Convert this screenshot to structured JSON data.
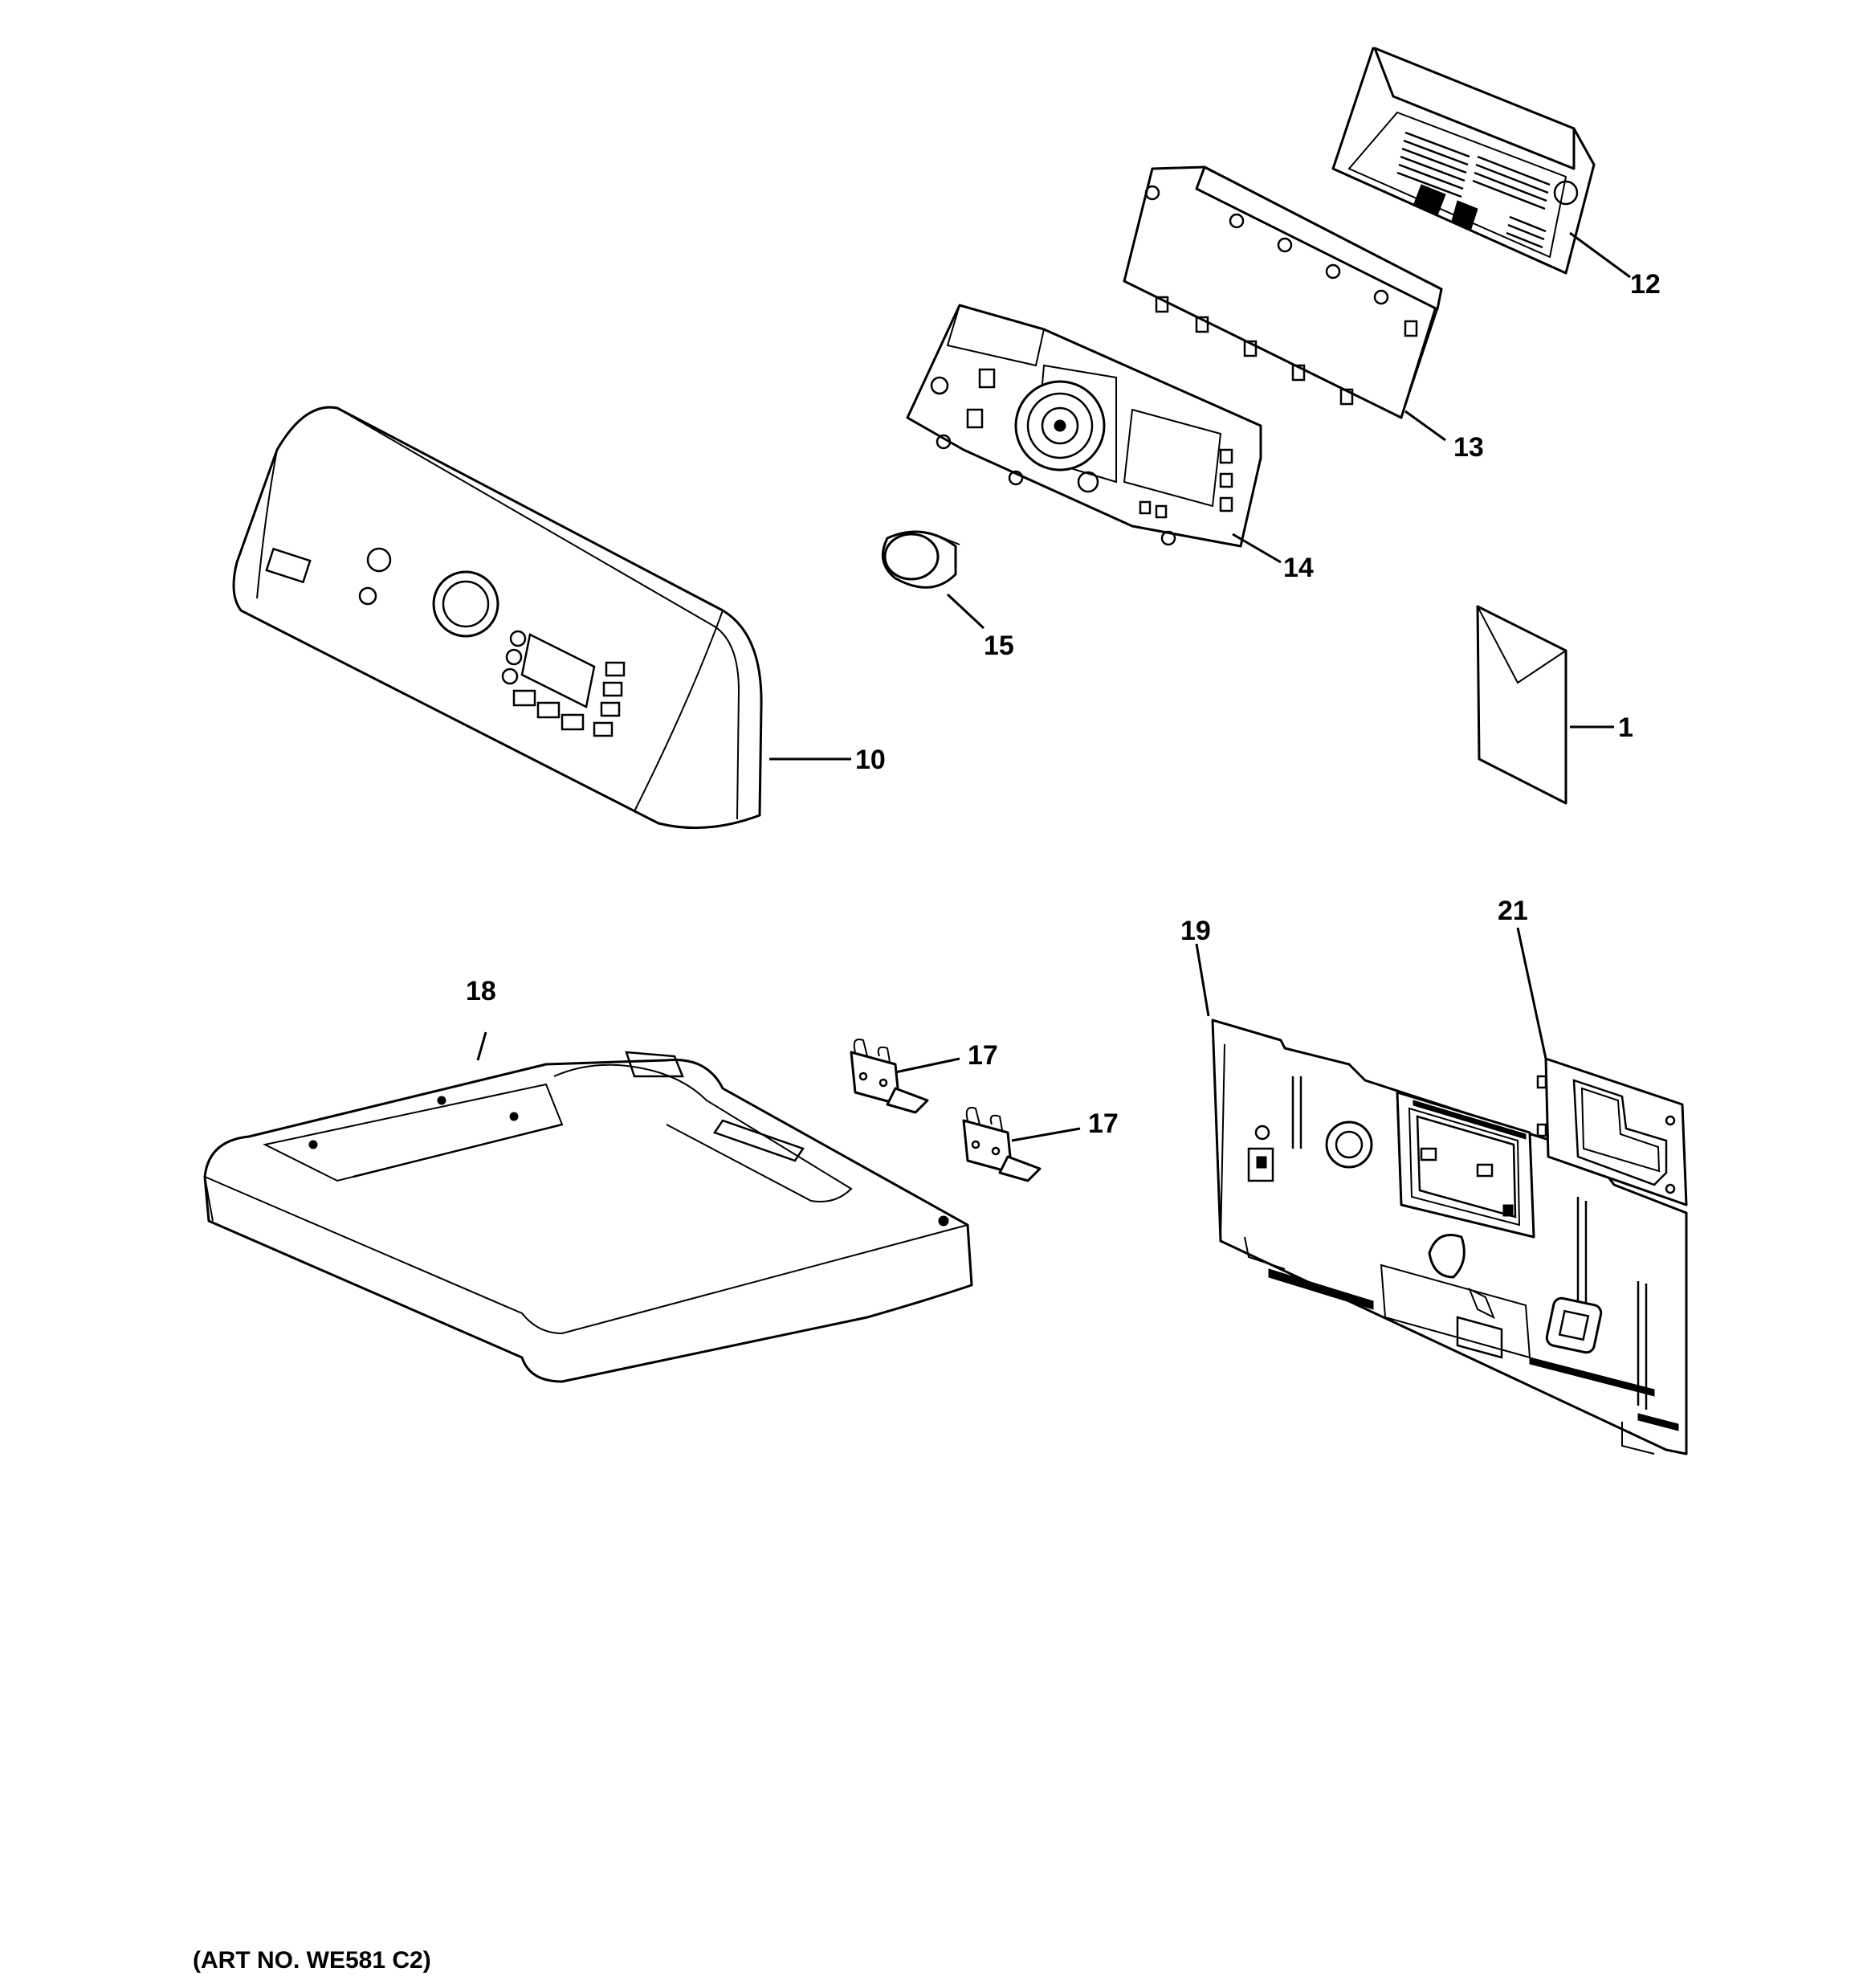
{
  "diagram": {
    "parts": [
      {
        "id": "part-1",
        "label": "1"
      },
      {
        "id": "part-10",
        "label": "10"
      },
      {
        "id": "part-12",
        "label": "12"
      },
      {
        "id": "part-13",
        "label": "13"
      },
      {
        "id": "part-14",
        "label": "14"
      },
      {
        "id": "part-15",
        "label": "15"
      },
      {
        "id": "part-17a",
        "label": "17"
      },
      {
        "id": "part-17b",
        "label": "17"
      },
      {
        "id": "part-18",
        "label": "18"
      },
      {
        "id": "part-19",
        "label": "19"
      },
      {
        "id": "part-21",
        "label": "21"
      }
    ],
    "art_number": "(ART NO. WE581 C2)"
  }
}
